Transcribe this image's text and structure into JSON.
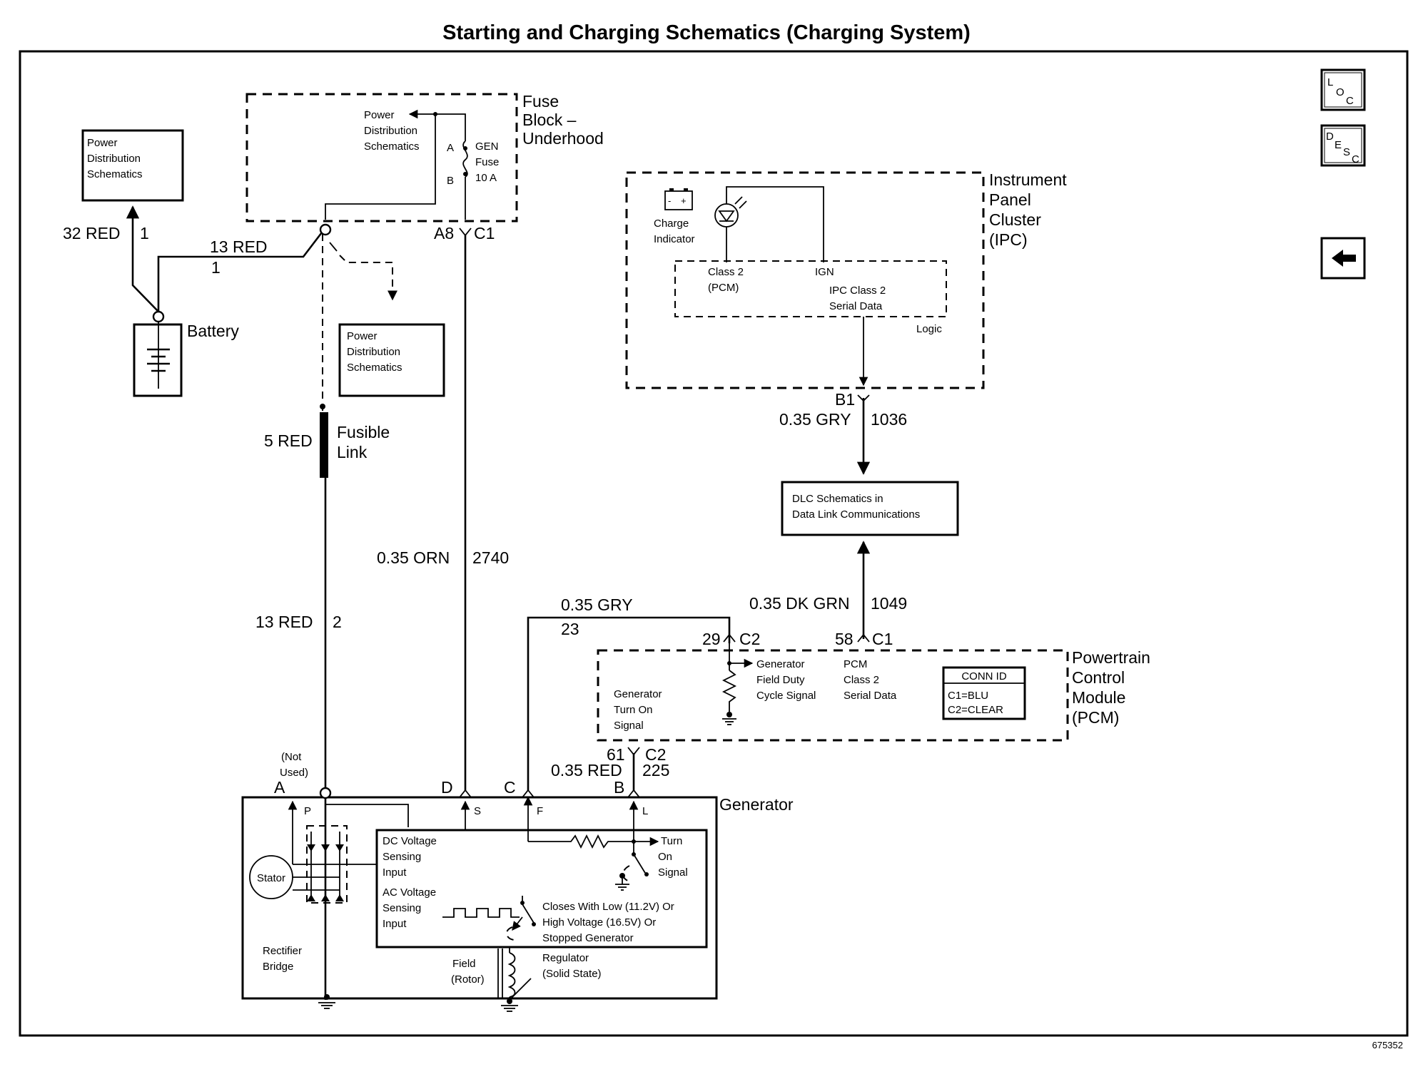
{
  "title": "Starting and Charging Schematics (Charging System)",
  "figure_id": "675352",
  "nav": {
    "loc_l": "L",
    "loc_o": "O",
    "loc_c": "C",
    "desc_d": "D",
    "desc_e": "E",
    "desc_s": "S",
    "desc_c": "C",
    "back_icon": "left-arrow-icon"
  },
  "fuse_block": {
    "label1": "Fuse",
    "label2": "Block –",
    "label3": "Underhood",
    "pds1": "Power",
    "pds2": "Distribution",
    "pds3": "Schematics",
    "pin_a": "A",
    "pin_b": "B",
    "fuse1": "GEN",
    "fuse2": "Fuse",
    "fuse3": "10 A",
    "conn_a8": "A8",
    "conn_c1": "C1"
  },
  "pds_box_top": {
    "l1": "Power",
    "l2": "Distribution",
    "l3": "Schematics"
  },
  "pds_box_mid": {
    "l1": "Power",
    "l2": "Distribution",
    "l3": "Schematics"
  },
  "battery": {
    "label": "Battery",
    "wire_a": "32 RED",
    "wire_a_circuit": "1",
    "wire_b": "13 RED",
    "wire_b_circuit": "1"
  },
  "fusible_link": {
    "wire": "5 RED",
    "l1": "Fusible",
    "l2": "Link"
  },
  "wires": {
    "red13": "13 RED",
    "red13_circuit": "2",
    "orn": "0.35 ORN",
    "orn_circuit": "2740",
    "gry23": "0.35 GRY",
    "gry23_circuit": "23",
    "gry1036": "0.35 GRY",
    "gry1036_circuit": "1036",
    "dkgrn": "0.35 DK GRN",
    "dkgrn_circuit": "1049",
    "red225": "0.35 RED",
    "red225_circuit": "225"
  },
  "ipc": {
    "l1": "Instrument",
    "l2": "Panel",
    "l3": "Cluster",
    "l4": "(IPC)",
    "charge1": "Charge",
    "charge2": "Indicator",
    "class2a": "Class 2",
    "class2b": "(PCM)",
    "ign": "IGN",
    "serial1": "IPC Class 2",
    "serial2": "Serial Data",
    "logic": "Logic",
    "conn_b1": "B1"
  },
  "dlc": {
    "l1": "DLC Schematics in",
    "l2": "Data Link Communications"
  },
  "pcm": {
    "l1": "Powertrain",
    "l2": "Control",
    "l3": "Module",
    "l4": "(PCM)",
    "c2_29": "29",
    "c2": "C2",
    "c1_58": "58",
    "c1": "C1",
    "gfd1": "Generator",
    "gfd2": "Field Duty",
    "gfd3": "Cycle Signal",
    "pcs1": "PCM",
    "pcs2": "Class 2",
    "pcs3": "Serial Data",
    "gto1": "Generator",
    "gto2": "Turn On",
    "gto3": "Signal",
    "conn_id": "CONN ID",
    "conn_c1": "C1=BLU",
    "conn_c2": "C2=CLEAR",
    "c2_61": "61",
    "c2b": "C2"
  },
  "generator": {
    "label": "Generator",
    "not_used1": "(Not",
    "not_used2": "Used)",
    "pin_a": "A",
    "pin_d": "D",
    "pin_c": "C",
    "pin_b": "B",
    "term_p": "P",
    "term_s": "S",
    "term_f": "F",
    "term_l": "L",
    "stator": "Stator",
    "rect1": "Rectifier",
    "rect2": "Bridge",
    "dc1": "DC Voltage",
    "dc2": "Sensing",
    "dc3": "Input",
    "ac1": "AC Voltage",
    "ac2": "Sensing",
    "ac3": "Input",
    "turn1": "Turn",
    "turn2": "On",
    "turn3": "Signal",
    "closes1": "Closes With Low (11.2V) Or",
    "closes2": "High Voltage (16.5V) Or",
    "closes3": "Stopped Generator",
    "field1": "Field",
    "field2": "(Rotor)",
    "reg1": "Regulator",
    "reg2": "(Solid State)"
  }
}
